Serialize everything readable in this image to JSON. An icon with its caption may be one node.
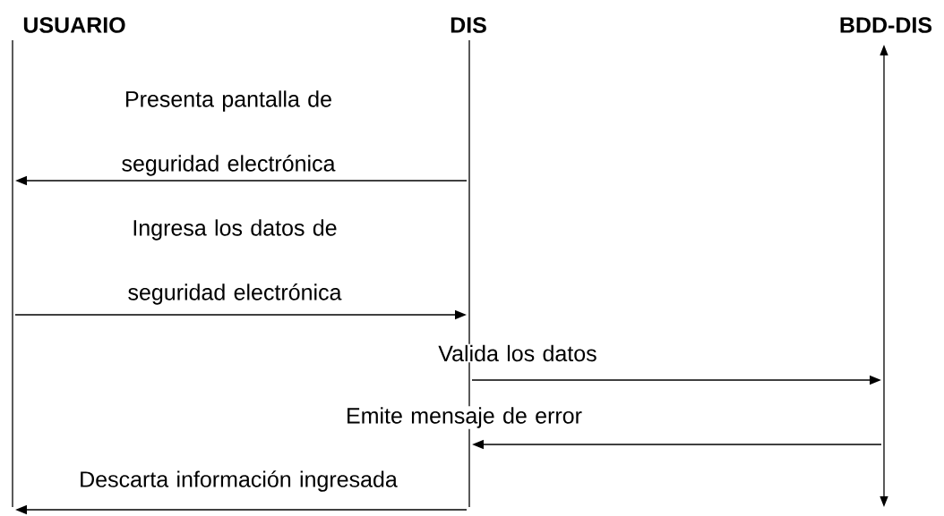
{
  "diagram": {
    "nodes": [
      {
        "text": [
          "USUARIO"
        ]
      },
      {
        "text": [
          "DIS"
        ]
      },
      {
        "text": [
          "BDD-DIS"
        ]
      }
    ],
    "edges": [
      {
        "from": 1,
        "to": 0,
        "arrow": "to",
        "label": "Presenta pantalla de seguridad electrónica"
      },
      {
        "from": 0,
        "to": 1,
        "arrow": "to",
        "label": "Ingresa los datos de seguridad electrónica"
      },
      {
        "from": 1,
        "to": 2,
        "arrow": "to",
        "label": "Valida los datos"
      },
      {
        "from": 2,
        "to": 1,
        "arrow": "to",
        "label": "Emite mensaje de error"
      },
      {
        "from": 1,
        "to": 0,
        "arrow": "to",
        "label": "Descarta información ingresada"
      }
    ]
  }
}
